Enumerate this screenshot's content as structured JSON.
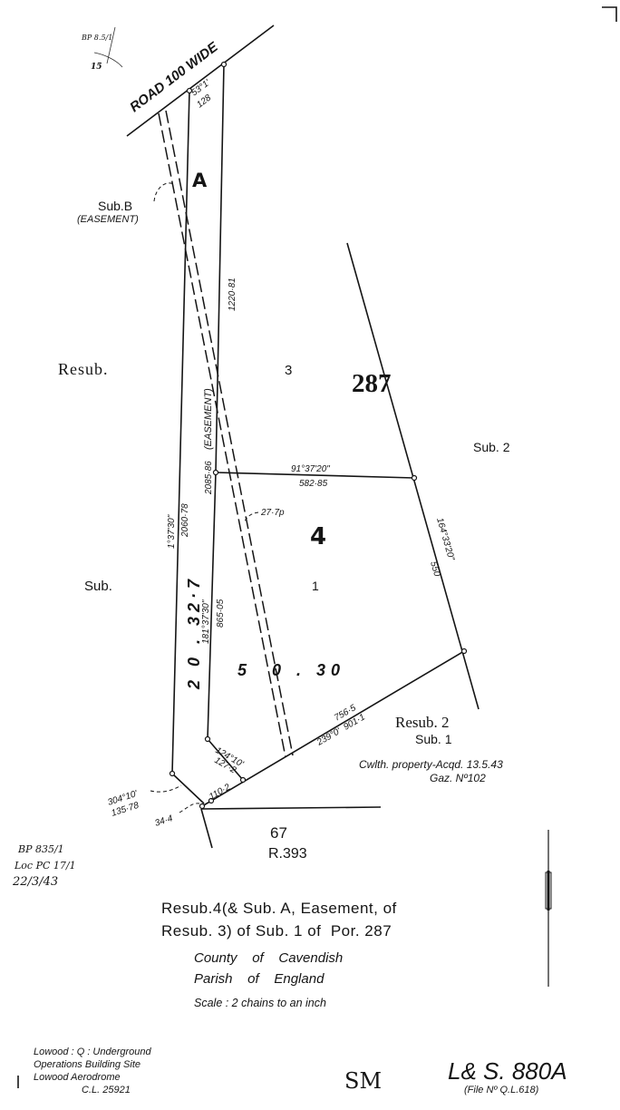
{
  "road": {
    "label": "ROAD 100 WIDE",
    "bearing": "53°1'",
    "distance": "128"
  },
  "parcels": {
    "sub_a": "A",
    "sub_b": "Sub.B",
    "sub_b_note": "(EASEMENT)",
    "resub_left": "Resub.",
    "resub_3": "3",
    "portion": "287",
    "sub_2": "Sub. 2",
    "resub_4": "4",
    "sub_left": "Sub.",
    "sub_1_center": "1",
    "resub_2": "Resub. 2",
    "resub_2_sub": "Sub. 1",
    "lot_67": "67",
    "reserve": "R.393"
  },
  "measurements": {
    "top_bearing": "91°37'20\"",
    "top_distance": "582·85",
    "right_bearing": "164°33'20\"",
    "right_distance": "550",
    "easement_width": "27·7p",
    "left_bearing": "1°37'30\"",
    "left_distance": "2060·78",
    "inner_distance": "2085·86",
    "easement_label": "(EASEMENT)",
    "a_right_distance": "1220·81",
    "inner_lower_distance": "865·05",
    "inner_lower_bearing": "181°37'30\"",
    "area_4": "5  0 . 30",
    "area_a": "2 0 . 32·7",
    "bottom_distance_1": "756·5",
    "bottom_bearing": "239°0'  901·1",
    "corner_bearing": "124°10'",
    "corner_distance": "127·2",
    "left_corner_bearing": "304°10'",
    "left_corner_distance": "135·78",
    "small_distance": "34·4",
    "short_distance": "110·2"
  },
  "notes": {
    "cwlth_line1": "Cwlth. property-Acqd. 13.5.43",
    "cwlth_line2": "Gaz. Nº102",
    "handwritten_left": [
      "BP 835/1",
      "Loc PC 17/1",
      "22/3/43"
    ],
    "handwritten_top": [
      "BP 8.5/1",
      "15"
    ]
  },
  "title": {
    "line1": "Resub.4(& Sub. A, Easement, of",
    "line2": "Resub. 3) of Sub. 1 of  Por. 287",
    "county": "County    of    Cavendish",
    "parish": "Parish    of    England",
    "scale": "Scale : 2 chains to an inch"
  },
  "footer": {
    "location": [
      "Lowood : Q : Underground",
      "Operations Building Site",
      "Lowood  Aerodrome",
      "C.L. 25921"
    ],
    "initials": "SM",
    "plan_number": "L& S. 880A",
    "file_number": "(File Nº Q.L.618)"
  }
}
